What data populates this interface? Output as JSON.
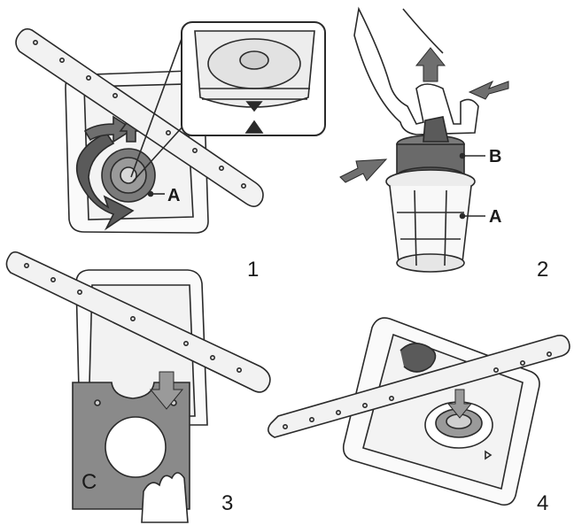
{
  "steps": {
    "one": "1",
    "two": "2",
    "three": "3",
    "four": "4"
  },
  "parts": {
    "a_panel1": "A",
    "a_panel2": "A",
    "b_panel2": "B",
    "c_panel3": "C"
  },
  "colors": {
    "line": "#2a2a2a",
    "arrow": "#6f6f6f",
    "filter_dark": "#5a5a5a",
    "plate": "#8a8a8a",
    "arm": "#f2f2f2"
  }
}
